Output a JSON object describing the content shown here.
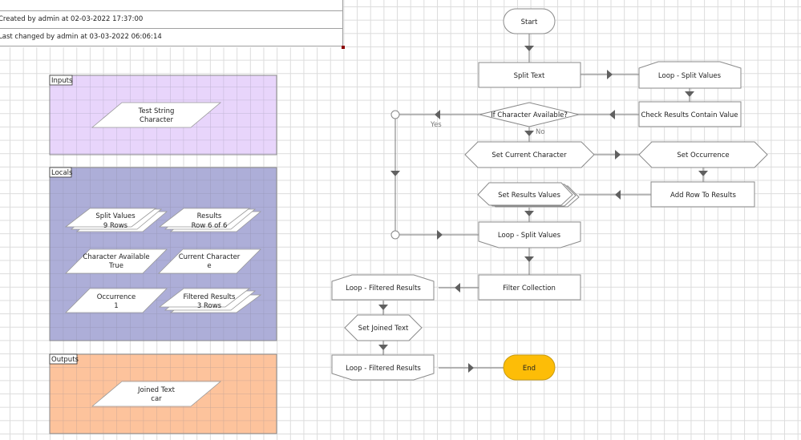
{
  "header": {
    "created": "Created by admin at 02-03-2022 17:37:00",
    "changed": "Last changed by admin at 03-03-2022 06:06:14"
  },
  "colors": {
    "inputs_fill": "#e8d5fb",
    "locals_fill": "#adaed8",
    "outputs_fill": "#fdc39c",
    "end_fill": "#fdbd07",
    "stroke": "#8a8a8a",
    "arrow": "#606060"
  },
  "regions": {
    "inputs": {
      "label": "Inputs",
      "items": [
        {
          "name": "Test String",
          "value": "Character"
        }
      ]
    },
    "locals": {
      "label": "Locals",
      "items": [
        {
          "name": "Split Values",
          "value": "9 Rows",
          "collection": true
        },
        {
          "name": "Results",
          "value": "Row 6 of 6",
          "collection": true
        },
        {
          "name": "Character Available",
          "value": "True",
          "collection": false
        },
        {
          "name": "Current Character",
          "value": "e",
          "collection": false
        },
        {
          "name": "Occurrence",
          "value": "1",
          "collection": false
        },
        {
          "name": "Filtered Results",
          "value": "3 Rows",
          "collection": true
        }
      ]
    },
    "outputs": {
      "label": "Outputs",
      "items": [
        {
          "name": "Joined Text",
          "value": "car"
        }
      ]
    }
  },
  "flow": {
    "start": "Start",
    "split_text": "Split Text",
    "loop_split_start": "Loop - Split Values",
    "check_results": "Check Results Contain Value",
    "decision": "If Character Available?",
    "yes_label": "Yes",
    "no_label": "No",
    "set_current_char": "Set Current Character",
    "set_occurrence": "Set Occurrence",
    "set_results_values": "Set Results Values",
    "add_row": "Add Row To Results",
    "loop_split_end": "Loop - Split Values",
    "filter_collection": "Filter Collection",
    "loop_filtered_start": "Loop - Filtered Results",
    "set_joined_text": "Set Joined Text",
    "loop_filtered_end": "Loop - Filtered Results",
    "end": "End"
  }
}
